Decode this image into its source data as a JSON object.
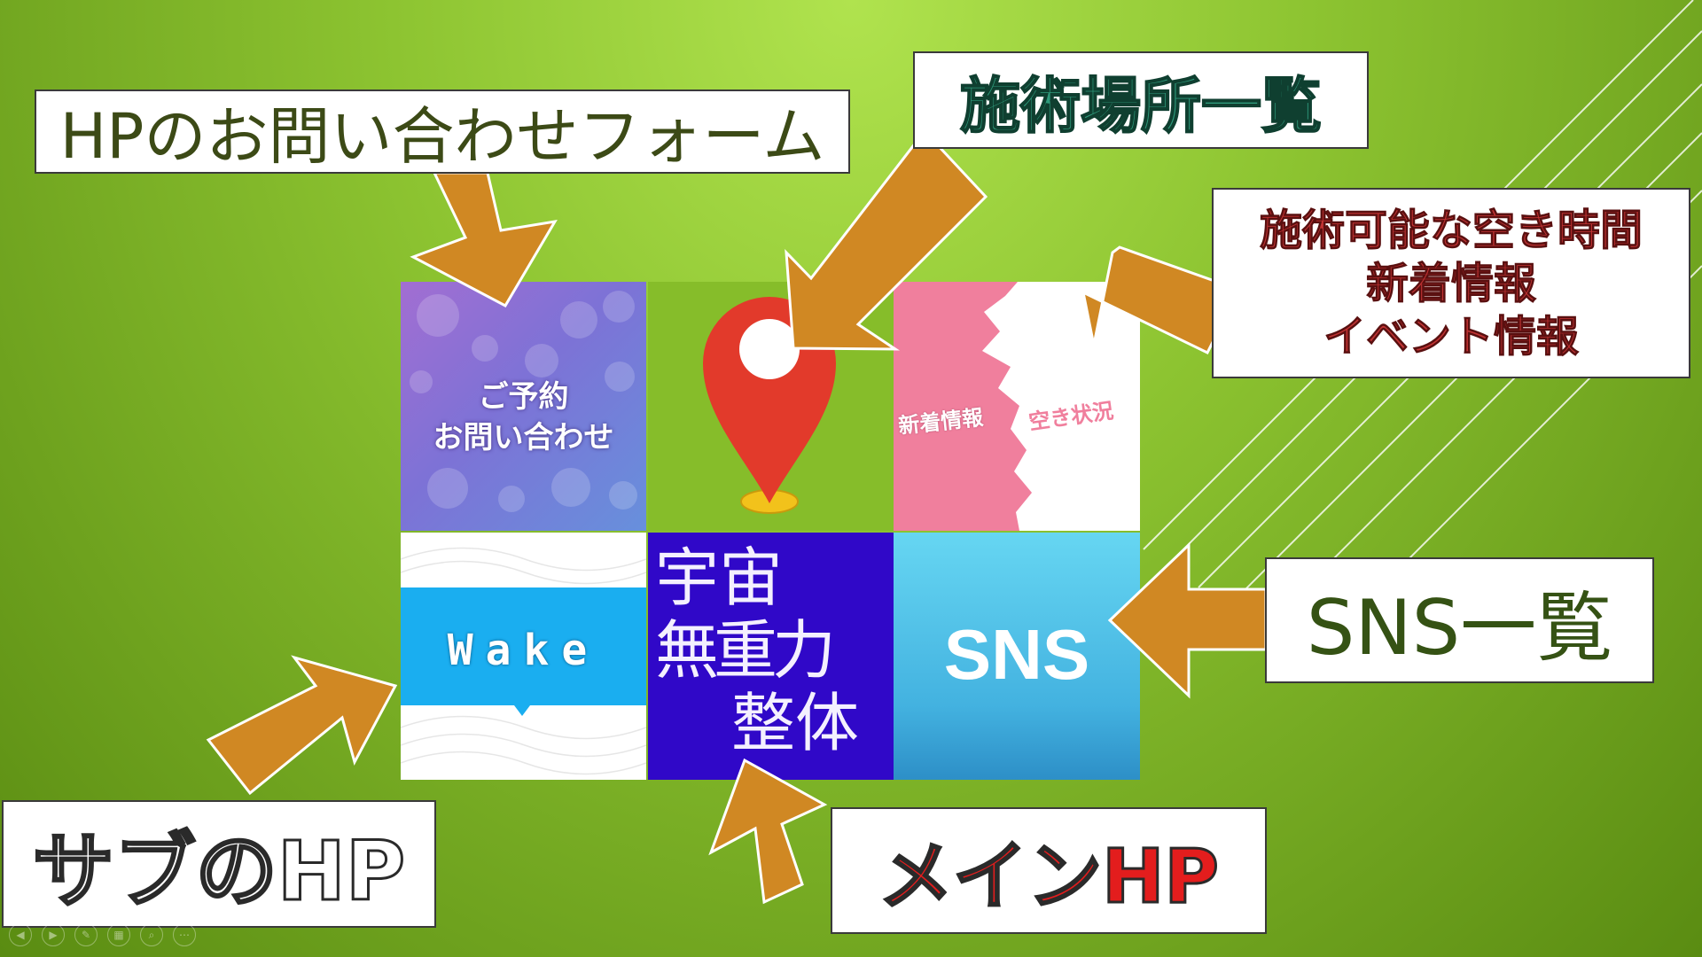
{
  "slide": {
    "labels": {
      "form": "HPのお問い合わせフォーム",
      "locations": "施術場所一覧",
      "times": [
        "施術可能な空き時間",
        "新着情報",
        "イベント情報"
      ],
      "sns": "SNS一覧",
      "sub_hp": "サブのHP",
      "main_hp": "メインHP"
    },
    "tiles": {
      "reservation": [
        "ご予約",
        "お問い合わせ"
      ],
      "news_left": "新着情報",
      "news_right": "空き状況",
      "wake": "Wake",
      "main": [
        "宇宙",
        "無重力",
        "整体"
      ],
      "sns": "SNS"
    },
    "colors": {
      "arrow": "#d08823",
      "arrow_stroke": "#ffffff",
      "pin": "#e23a2b",
      "pin_base": "#f2c21b"
    },
    "icons": [
      "location-pin-icon"
    ],
    "toolbar": [
      {
        "name": "previous-slide-icon",
        "glyph": "◀"
      },
      {
        "name": "next-slide-icon",
        "glyph": "▶"
      },
      {
        "name": "pen-icon",
        "glyph": "✎"
      },
      {
        "name": "slides-grid-icon",
        "glyph": "▦"
      },
      {
        "name": "zoom-icon",
        "glyph": "⌕"
      },
      {
        "name": "more-options-icon",
        "glyph": "⋯"
      }
    ]
  }
}
